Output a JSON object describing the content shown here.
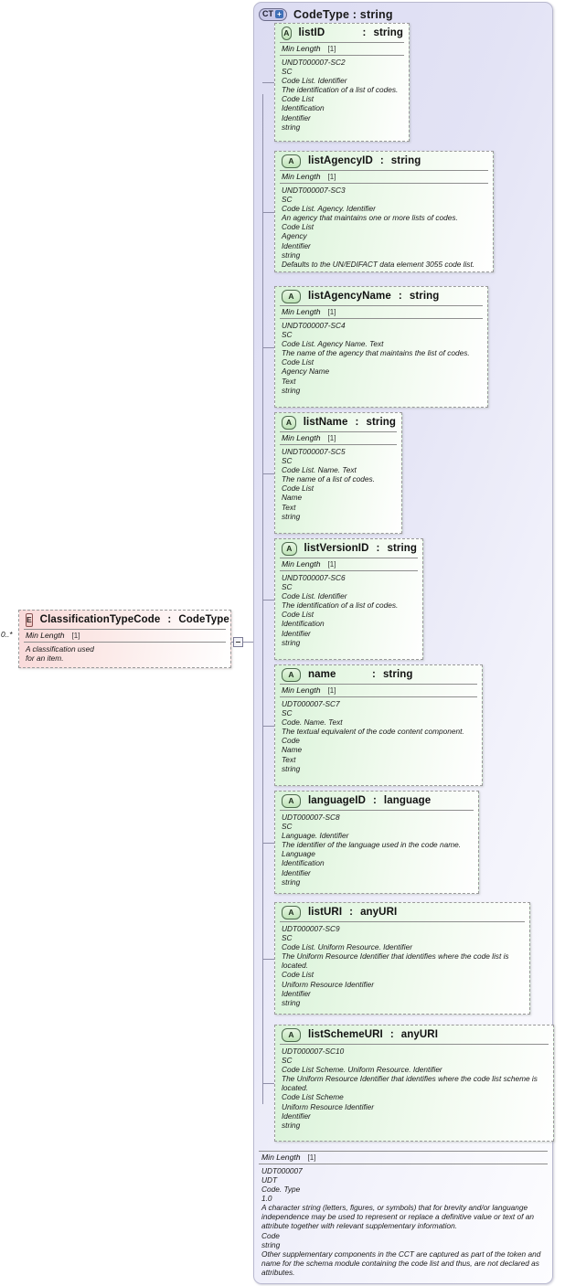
{
  "diagram": {
    "title": "XSD diagram: ClassificationTypeCode : CodeType"
  },
  "element": {
    "badge": "E",
    "name": "ClassificationTypeCode",
    "separator": ":",
    "type": "CodeType",
    "occurrence": "0..*",
    "facet_label": "Min Length",
    "facet_value": "[1]",
    "doc_lines": [
      "A classification used",
      "for an item."
    ]
  },
  "complex_type": {
    "badge": "CT",
    "badge_plus": "+",
    "name": "CodeType",
    "separator": ":",
    "type": "string",
    "title_full": "CodeType : string",
    "facet_label": "Min Length",
    "facet_value": "[1]",
    "doc_lines": [
      "UDT000007",
      "UDT",
      "Code. Type",
      "1.0",
      "A character string (letters, figures, or symbols) that for brevity and/or languange independence may be used to represent or replace a definitive value or text of an attribute together with relevant supplementary information.",
      "Code",
      "string",
      "Other supplementary components in the CCT are captured as part of the token and name for the schema module containing the code list and thus, are not declared as attributes."
    ]
  },
  "attributes": [
    {
      "badge": "A",
      "name": "listID",
      "separator": ":",
      "type": "string",
      "facet_label": "Min Length",
      "facet_value": "[1]",
      "doc_lines": [
        "UNDT000007-SC2",
        "SC",
        "Code List. Identifier",
        "The identification of a list of codes.",
        "Code List",
        "Identification",
        "Identifier",
        "string"
      ]
    },
    {
      "badge": "A",
      "name": "listAgencyID",
      "separator": ":",
      "type": "string",
      "facet_label": "Min Length",
      "facet_value": "[1]",
      "doc_lines": [
        "UNDT000007-SC3",
        "SC",
        "Code List. Agency. Identifier",
        "An agency that maintains one or more lists of codes.",
        "Code List",
        "Agency",
        "Identifier",
        "string",
        "Defaults to the UN/EDIFACT data element 3055 code list."
      ]
    },
    {
      "badge": "A",
      "name": "listAgencyName",
      "separator": ":",
      "type": "string",
      "facet_label": "Min Length",
      "facet_value": "[1]",
      "doc_lines": [
        "UNDT000007-SC4",
        "SC",
        "Code List. Agency Name. Text",
        "The name of the agency that maintains the list of codes.",
        "Code List",
        "Agency Name",
        "Text",
        "string"
      ]
    },
    {
      "badge": "A",
      "name": "listName",
      "separator": ":",
      "type": "string",
      "facet_label": "Min Length",
      "facet_value": "[1]",
      "doc_lines": [
        "UNDT000007-SC5",
        "SC",
        "Code List. Name. Text",
        "The name of a list of codes.",
        "Code List",
        "Name",
        "Text",
        "string"
      ]
    },
    {
      "badge": "A",
      "name": "listVersionID",
      "separator": ":",
      "type": "string",
      "facet_label": "Min Length",
      "facet_value": "[1]",
      "doc_lines": [
        "UNDT000007-SC6",
        "SC",
        "Code List. Identifier",
        "The identification of a list of codes.",
        "Code List",
        "Identification",
        "Identifier",
        "string"
      ]
    },
    {
      "badge": "A",
      "name": "name",
      "separator": ":",
      "type": "string",
      "facet_label": "Min Length",
      "facet_value": "[1]",
      "doc_lines": [
        "UDT000007-SC7",
        "SC",
        "Code. Name. Text",
        "The textual equivalent of the code content component.",
        "Code",
        "Name",
        "Text",
        "string"
      ]
    },
    {
      "badge": "A",
      "name": "languageID",
      "separator": ":",
      "type": "language",
      "facet_label": "",
      "facet_value": "",
      "doc_lines": [
        "UDT000007-SC8",
        "SC",
        "Language. Identifier",
        "The identifier of the language used in the code name.",
        "Language",
        "Identification",
        "Identifier",
        "string"
      ]
    },
    {
      "badge": "A",
      "name": "listURI",
      "separator": ":",
      "type": "anyURI",
      "facet_label": "",
      "facet_value": "",
      "doc_lines": [
        "UDT000007-SC9",
        "SC",
        "Code List. Uniform Resource. Identifier",
        "The Uniform Resource Identifier that identifies where the code list is located.",
        "Code List",
        "Uniform Resource Identifier",
        "Identifier",
        "string"
      ]
    },
    {
      "badge": "A",
      "name": "listSchemeURI",
      "separator": ":",
      "type": "anyURI",
      "facet_label": "",
      "facet_value": "",
      "doc_lines": [
        "UDT000007-SC10",
        "SC",
        "Code List Scheme. Uniform Resource. Identifier",
        "The Uniform Resource Identifier that identifies where the code list scheme is located.",
        "Code List Scheme",
        "Uniform Resource Identifier",
        "Identifier",
        "string"
      ]
    }
  ],
  "colors": {
    "attribute_fill": "#d9f2d9",
    "element_fill": "#f9d9d9",
    "container_fill": "#dcdcf2",
    "border": "#9a9a9a",
    "connector": "#8f8fa8"
  }
}
